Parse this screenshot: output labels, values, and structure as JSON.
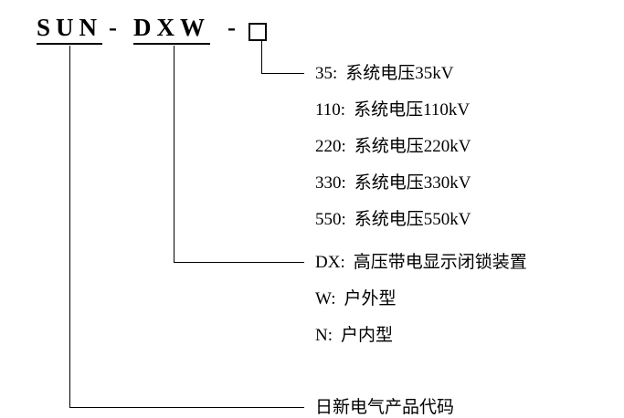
{
  "model_code": {
    "sun": "SUN",
    "dash1": "-",
    "dxw": "DXW",
    "dash2": "-"
  },
  "voltage_options": [
    {
      "code": "35:",
      "desc": "系统电压35kV"
    },
    {
      "code": "110:",
      "desc": "系统电压110kV"
    },
    {
      "code": "220:",
      "desc": "系统电压220kV"
    },
    {
      "code": "330:",
      "desc": "系统电压330kV"
    },
    {
      "code": "550:",
      "desc": "系统电压550kV"
    }
  ],
  "type_options": [
    {
      "code": "DX:",
      "desc": "高压带电显示闭锁装置"
    },
    {
      "code": "W:",
      "desc": "户外型"
    },
    {
      "code": "N:",
      "desc": "户内型"
    }
  ],
  "brand": {
    "desc": "日新电气产品代码"
  }
}
